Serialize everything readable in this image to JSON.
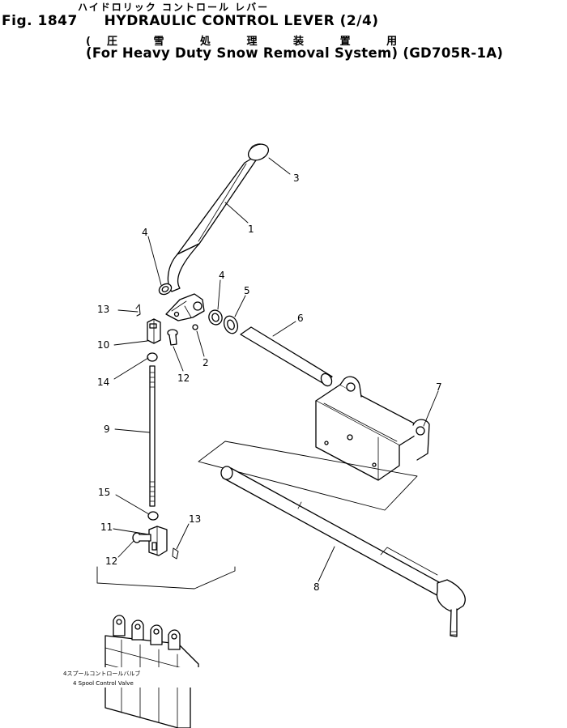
{
  "header": {
    "katakana_title": "ハイドロリック コントロール レバー",
    "fig_label": "Fig. 1847",
    "title": "HYDRAULIC CONTROL LEVER (2/4)",
    "jp_subtitle": "(圧 雪 処 理 装 置 用",
    "en_subtitle": "(For Heavy Duty Snow Removal System)",
    "model": "(GD705R-1A)"
  },
  "callouts": [
    "3",
    "1",
    "4",
    "4",
    "5",
    "6",
    "13",
    "10",
    "12",
    "2",
    "14",
    "7",
    "9",
    "15",
    "11",
    "13",
    "12",
    "8"
  ],
  "valve_caption": {
    "jp": "4スプールコントロールバルブ",
    "en": "4 Spool Control Valve"
  }
}
